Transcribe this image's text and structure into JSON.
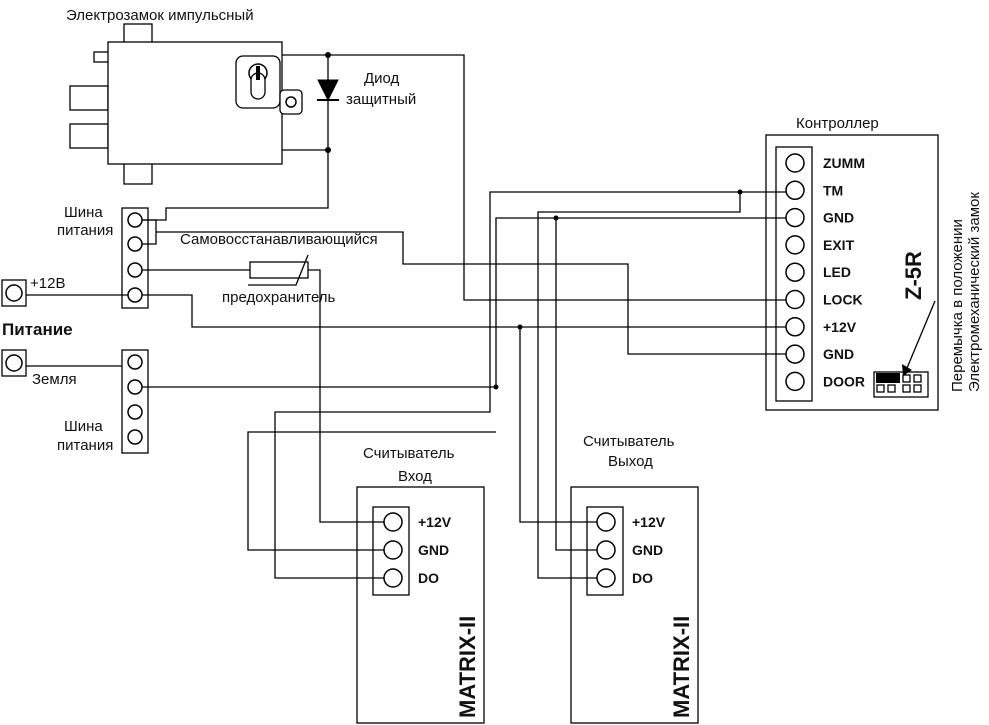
{
  "lock": {
    "title": "Электрозамок импульсный"
  },
  "diode": {
    "line1": "Диод",
    "line2": "защитный"
  },
  "bus_top": {
    "line1": "Шина",
    "line2": "питания"
  },
  "bus_bottom": {
    "line1": "Шина",
    "line2": "питания"
  },
  "fuse": {
    "line1": "Самовосстанавливающийся",
    "line2": "предохранитель"
  },
  "power": {
    "plus": "+12В",
    "title": "Питание",
    "ground": "Земля"
  },
  "controller": {
    "title": "Контроллер",
    "model": "Z-5R",
    "terminals": [
      "ZUMM",
      "TM",
      "GND",
      "EXIT",
      "LED",
      "LOCK",
      "+12V",
      "GND",
      "DOOR"
    ],
    "jumper_note_line1": "Перемычка в положении",
    "jumper_note_line2": "Электромеханический замок"
  },
  "reader_in": {
    "title_line1": "Считыватель",
    "title_line2": "Вход",
    "model": "MATRIX-II",
    "terminals": [
      "+12V",
      "GND",
      "DO"
    ]
  },
  "reader_out": {
    "title_line1": "Считыватель",
    "title_line2": "Выход",
    "model": "MATRIX-II",
    "terminals": [
      "+12V",
      "GND",
      "DO"
    ]
  }
}
